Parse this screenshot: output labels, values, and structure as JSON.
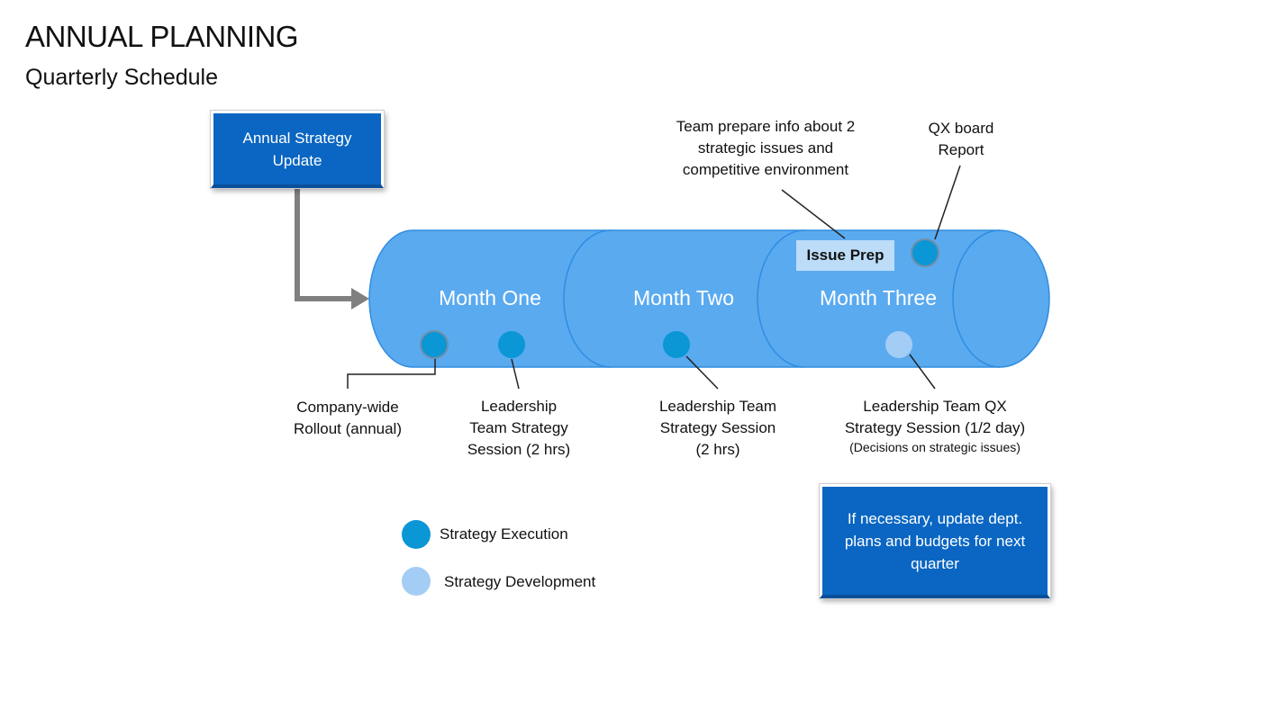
{
  "header": {
    "title": "ANNUAL PLANNING",
    "subtitle": "Quarterly Schedule"
  },
  "boxes": {
    "annual_strategy": "Annual Strategy\nUpdate",
    "update_plans": "If necessary, update dept.\nplans and budgets for next\nquarter"
  },
  "months": [
    "Month One",
    "Month Two",
    "Month Three"
  ],
  "issue_prep": "Issue Prep",
  "labels": {
    "team_prepare": "Team prepare info about 2\nstrategic issues and\ncompetitive environment",
    "qx_board": "QX board\nReport",
    "company_rollout": "Company-wide\nRollout (annual)",
    "leadership_1": "Leadership\nTeam Strategy\nSession (2 hrs)",
    "leadership_2": "Leadership Team\nStrategy Session\n(2 hrs)",
    "leadership_qx": "Leadership Team QX\nStrategy Session (1/2 day)",
    "decisions": "(Decisions on strategic issues)"
  },
  "legend": {
    "execution": "Strategy Execution",
    "development": "Strategy Development"
  },
  "colors": {
    "cylinder": "#5aaaf0",
    "cylinder_edge": "#2f8de0",
    "execution_dot": "#0b96d6",
    "development_dot": "#a3cdf5",
    "box": "#0a66c2",
    "arrow": "#808080"
  }
}
